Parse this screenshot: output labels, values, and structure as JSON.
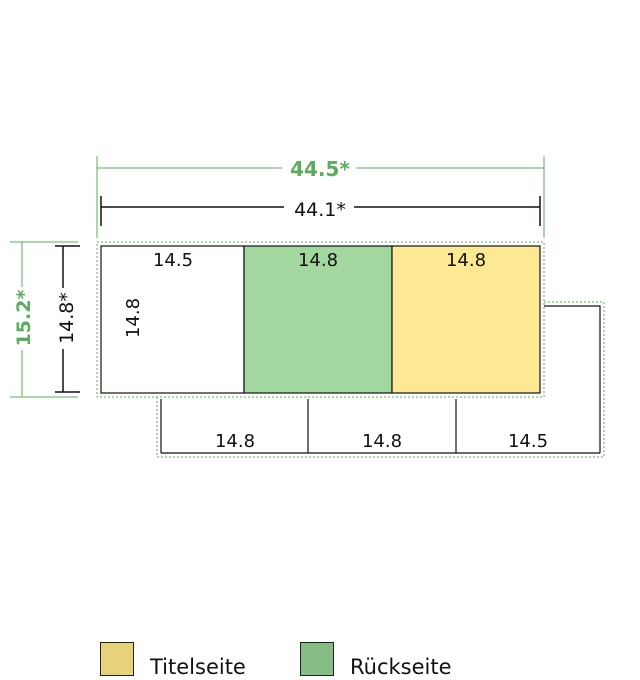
{
  "colors": {
    "dim_outer": "#5aad5a",
    "dim_inner": "#111111",
    "back_fill": "#a3d7a0",
    "title_fill": "#fde994",
    "legend_title": "#e5d27b",
    "legend_back": "#85bd85",
    "outline": "#111111",
    "dashed": "#5aad5a"
  },
  "dimensions": {
    "outer_width": "44.5*",
    "inner_width": "44.1*",
    "outer_height": "15.2*",
    "inner_height": "14.8*"
  },
  "panels": {
    "top": [
      "14.5",
      "14.8",
      "14.8"
    ],
    "left_side": "14.8",
    "bottom": [
      "14.8",
      "14.8",
      "14.5"
    ]
  },
  "legend": [
    {
      "label": "Titelseite",
      "color": "#e5d27b"
    },
    {
      "label": "Rückseite",
      "color": "#85bd85"
    }
  ]
}
